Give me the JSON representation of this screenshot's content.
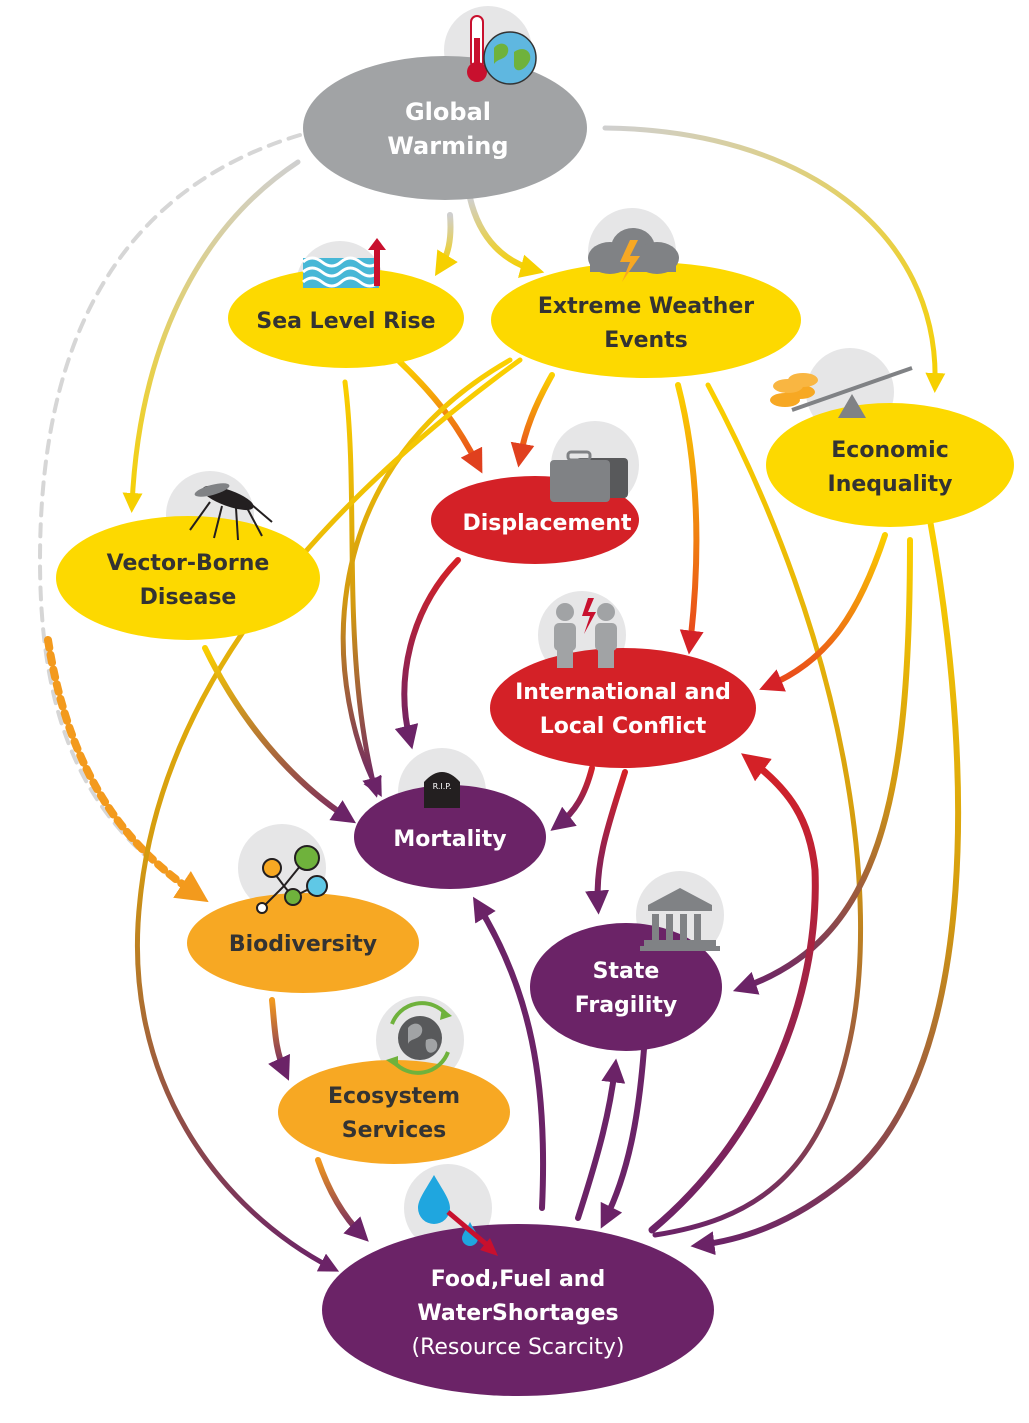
{
  "colors": {
    "gray": "#a1a3a5",
    "yellow": "#fdd900",
    "red": "#d42127",
    "purple": "#6b2367",
    "orange": "#f7a823",
    "icon_bg": "#e6e6e7",
    "arrow_gray": "#cfcfcf",
    "arrow_orange": "#f39a1d"
  },
  "nodes": {
    "global_warming": {
      "line1": "Global",
      "line2": "Warming",
      "icon": "thermometer-globe-icon"
    },
    "sea_level_rise": {
      "line1": "Sea Level Rise",
      "icon": "waves-rising-icon"
    },
    "extreme_weather": {
      "line1": "Extreme Weather",
      "line2": "Events",
      "icon": "storm-cloud-icon"
    },
    "economic_inequality": {
      "line1": "Economic",
      "line2": "Inequality",
      "icon": "coins-seesaw-icon"
    },
    "displacement": {
      "line1": "Displacement",
      "icon": "suitcases-icon"
    },
    "vector_borne": {
      "line1": "Vector-Borne",
      "line2": "Disease",
      "icon": "mosquito-icon"
    },
    "conflict": {
      "line1": "International and",
      "line2": "Local Conflict",
      "icon": "conflict-people-icon"
    },
    "mortality": {
      "line1": "Mortality",
      "icon": "tombstone-icon",
      "icon_text": "R.I.P."
    },
    "biodiversity": {
      "line1": "Biodiversity",
      "icon": "molecule-circles-icon"
    },
    "state_fragility": {
      "line1": "State",
      "line2": "Fragility",
      "icon": "government-building-icon"
    },
    "ecosystem_services": {
      "line1": "Ecosystem",
      "line2": "Services",
      "icon": "globe-recycle-icon"
    },
    "shortages": {
      "line1": "Food,Fuel and",
      "line2": "WaterShortages",
      "line3": "(Resource Scarcity)",
      "icon": "water-drops-icon"
    }
  }
}
